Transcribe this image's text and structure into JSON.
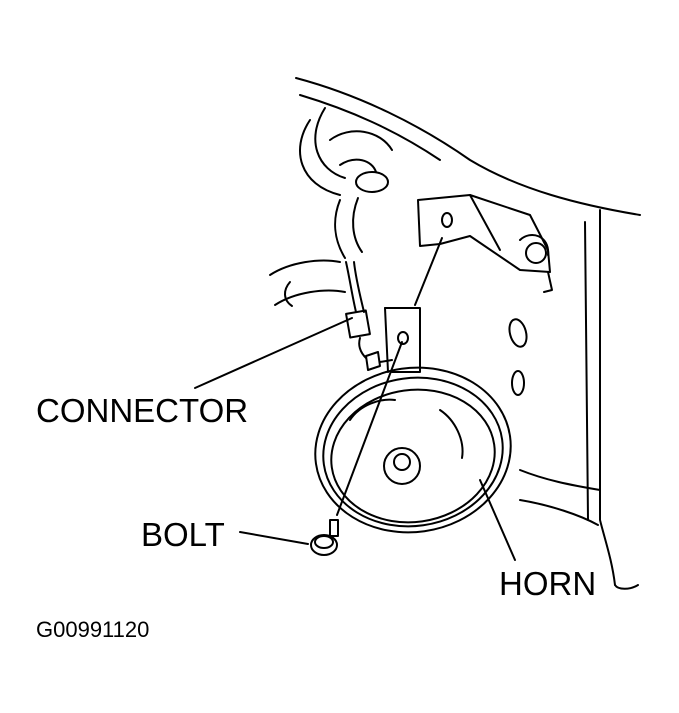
{
  "labels": {
    "connector": "CONNECTOR",
    "bolt": "BOLT",
    "horn": "HORN",
    "figure_code": "G00991120"
  },
  "colors": {
    "line": "#000000",
    "background": "#ffffff"
  }
}
